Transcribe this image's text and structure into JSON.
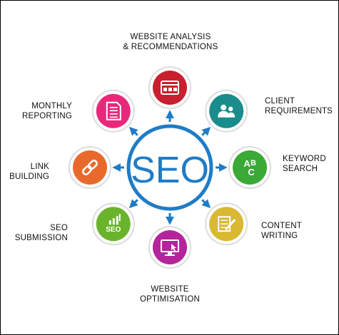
{
  "diagram": {
    "center_label": "SEO",
    "center_color": "#1f7cc6",
    "arrow_color": "#1f7cc6",
    "nodes": [
      {
        "id": "website-analysis",
        "icon": "browser-window-icon",
        "color": "#c8202e",
        "label_lines": [
          "WEBSITE ANALYSIS",
          "& RECOMMENDATIONS"
        ]
      },
      {
        "id": "client-requirements",
        "icon": "people-icon",
        "color": "#1a8c8c",
        "label_lines": [
          "CLIENT",
          "REQUIREMENTS"
        ]
      },
      {
        "id": "keyword-search",
        "icon": "abc-letters-icon",
        "color": "#3aa935",
        "label_lines": [
          "KEYWORD",
          "SEARCH"
        ]
      },
      {
        "id": "content-writing",
        "icon": "pen-paper-icon",
        "color": "#d9b832",
        "label_lines": [
          "CONTENT",
          "WRITING"
        ]
      },
      {
        "id": "website-optimisation",
        "icon": "monitor-icon",
        "color": "#b5249b",
        "label_lines": [
          "WEBSITE",
          "OPTIMISATION"
        ]
      },
      {
        "id": "seo-submission",
        "icon": "seo-bars-icon",
        "color": "#6ab42d",
        "label_lines": [
          "SEO",
          "SUBMISSION"
        ],
        "icon_text": "SEO"
      },
      {
        "id": "link-building",
        "icon": "chain-link-icon",
        "color": "#e9692c",
        "label_lines": [
          "LINK",
          "BUILDING"
        ]
      },
      {
        "id": "monthly-reporting",
        "icon": "document-icon",
        "color": "#e8297b",
        "label_lines": [
          "MONTHLY",
          "REPORTING"
        ]
      }
    ]
  }
}
